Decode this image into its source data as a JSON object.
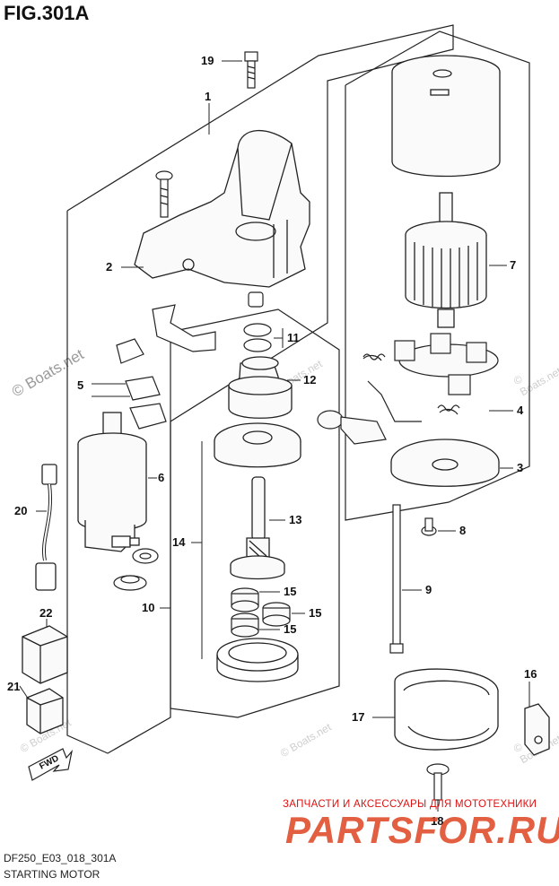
{
  "figure": {
    "title": "FIG.301A",
    "code": "DF250_E03_018_301A",
    "name": "STARTING MOTOR"
  },
  "watermarks": {
    "boats": "© Boats.net",
    "shop_line": "ЗАПЧАСТИ И АКСЕССУАРЫ ДЛЯ МОТОТЕХНИКИ",
    "shop_logo": "PARTSFOR.RU"
  },
  "direction": {
    "label": "FWD"
  },
  "callouts": [
    "1",
    "2",
    "3",
    "4",
    "5",
    "6",
    "7",
    "8",
    "9",
    "10",
    "11",
    "12",
    "13",
    "14",
    "15",
    "15",
    "15",
    "16",
    "17",
    "18",
    "19",
    "20",
    "21",
    "22"
  ]
}
